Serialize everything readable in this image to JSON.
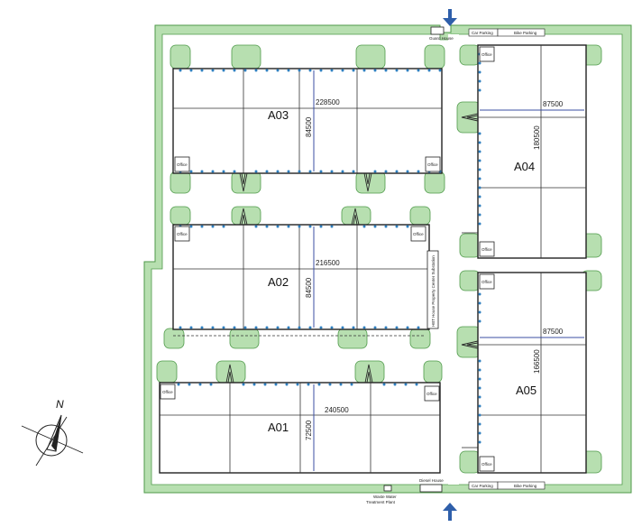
{
  "buildings": [
    {
      "id": "a03",
      "label": "A03",
      "width_dim": "228500",
      "depth_dim": "84500"
    },
    {
      "id": "a02",
      "label": "A02",
      "width_dim": "216500",
      "depth_dim": "84500"
    },
    {
      "id": "a01",
      "label": "A01",
      "width_dim": "240500",
      "depth_dim": "72500"
    },
    {
      "id": "a04",
      "label": "A04",
      "width_dim": "87500",
      "depth_dim": "180500"
    },
    {
      "id": "a05",
      "label": "A05",
      "width_dim": "87500",
      "depth_dim": "166500"
    }
  ],
  "office_label": "Office",
  "labels": {
    "guard_house": "Guard House",
    "car_parking": "Car Parking",
    "bike_parking": "Bike Parking",
    "diesel_house": "Diesel House",
    "waste_water_1": "Waste Water",
    "waste_water_2": "Treatment Plant",
    "side_building": "HBT House  Property Center  Substation",
    "north": "N"
  },
  "colors": {
    "green_area": "#b7dfb0",
    "green_border": "#4f9a4a",
    "dimension_line": "#3b4fa3",
    "entrance_arrow": "#2f5faa"
  }
}
